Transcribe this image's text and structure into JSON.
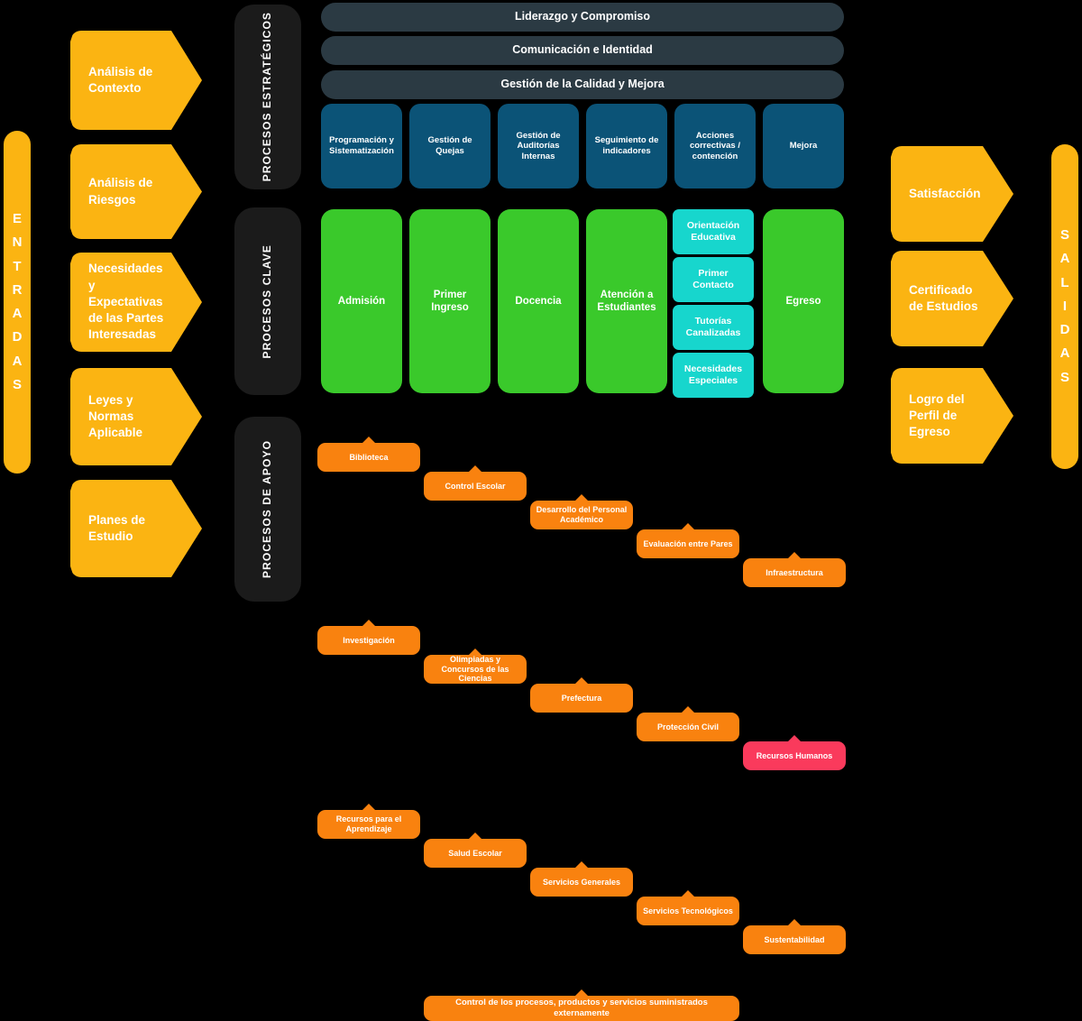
{
  "page": {
    "background": "#000000",
    "title": "Mapa de Procesos",
    "colors": {
      "yellow": "#fbb412",
      "dark_panel": "#1b1b1b",
      "slate_bar": "#2b3a43",
      "blue": "#0b5377",
      "green": "#3ac92b",
      "teal": "#17d6cd",
      "orange": "#f9820f",
      "pink": "#fa3a5c",
      "text": "#ffffff"
    }
  },
  "entradas": {
    "rail_label": "ENTRADAS",
    "rail_letters": [
      "E",
      "N",
      "T",
      "R",
      "A",
      "D",
      "A",
      "S"
    ],
    "items": [
      {
        "label": "Análisis de Contexto"
      },
      {
        "label": "Análisis de Riesgos"
      },
      {
        "label": "Necesidades y Expectativas de las Partes Interesadas"
      },
      {
        "label": "Leyes y Normas Aplicable"
      },
      {
        "label": "Planes de Estudio"
      }
    ]
  },
  "salidas": {
    "rail_label": "SALIDAS",
    "rail_letters": [
      "S",
      "A",
      "L",
      "I",
      "D",
      "A",
      "S"
    ],
    "items": [
      {
        "label": "Satisfacción"
      },
      {
        "label": "Certificado de Estudios"
      },
      {
        "label": "Logro del Perfil de Egreso"
      }
    ]
  },
  "bands": [
    {
      "id": "estrategicos",
      "label": "PROCESOS ESTRATÉGICOS"
    },
    {
      "id": "clave",
      "label": "PROCESOS CLAVE"
    },
    {
      "id": "apoyo",
      "label": "PROCESOS DE APOYO"
    }
  ],
  "procesos_estrategicos": {
    "bars": [
      {
        "label": "Liderazgo y Compromiso"
      },
      {
        "label": "Comunicación e Identidad"
      },
      {
        "label": "Gestión de la Calidad y Mejora"
      }
    ],
    "boxes": [
      {
        "label": "Programación y Sistematización"
      },
      {
        "label": "Gestión de Quejas"
      },
      {
        "label": "Gestión de Auditorías Internas"
      },
      {
        "label": "Seguimiento de indicadores"
      },
      {
        "label": "Acciones correctivas / contención"
      },
      {
        "label": "Mejora"
      }
    ]
  },
  "procesos_clave": {
    "boxes": [
      {
        "label": "Admisión"
      },
      {
        "label": "Primer Ingreso"
      },
      {
        "label": "Docencia"
      },
      {
        "label": "Atención a Estudiantes"
      },
      {
        "label": "Egreso"
      }
    ],
    "sub_boxes": [
      {
        "label": "Orientación Educativa"
      },
      {
        "label": "Primer Contacto"
      },
      {
        "label": "Tutorías Canalizadas"
      },
      {
        "label": "Necesidades Especiales"
      }
    ]
  },
  "procesos_apoyo": {
    "rows": [
      [
        {
          "label": "Biblioteca",
          "color": "orange"
        },
        {
          "label": "Control Escolar",
          "color": "orange"
        },
        {
          "label": "Desarrollo del Personal Académico",
          "color": "orange"
        },
        {
          "label": "Evaluación entre Pares",
          "color": "orange"
        },
        {
          "label": "Infraestructura",
          "color": "orange"
        }
      ],
      [
        {
          "label": "Investigación",
          "color": "orange"
        },
        {
          "label": "Olimpiadas y Concursos de las Ciencias",
          "color": "orange"
        },
        {
          "label": "Prefectura",
          "color": "orange"
        },
        {
          "label": "Protección Civil",
          "color": "orange"
        },
        {
          "label": "Recursos Humanos",
          "color": "pink"
        }
      ],
      [
        {
          "label": "Recursos para el Aprendizaje",
          "color": "orange"
        },
        {
          "label": "Salud Escolar",
          "color": "orange"
        },
        {
          "label": "Servicios Generales",
          "color": "orange"
        },
        {
          "label": "Servicios Tecnológicos",
          "color": "orange"
        },
        {
          "label": "Sustentabilidad",
          "color": "orange"
        }
      ]
    ],
    "footer": {
      "label": "Control de los procesos, productos y servicios suministrados externamente",
      "color": "orange"
    }
  }
}
